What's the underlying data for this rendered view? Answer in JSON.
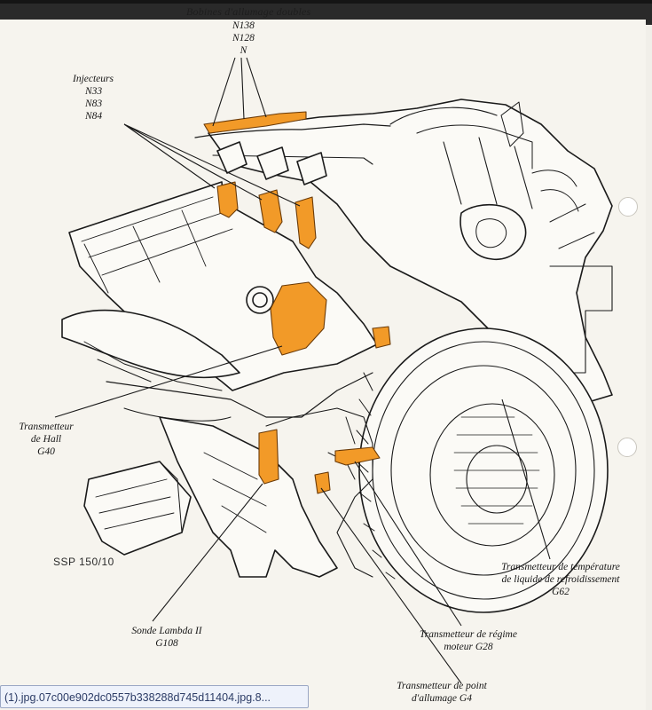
{
  "header": {
    "title": "Bobines d'allumage doubles"
  },
  "labels": {
    "coils": [
      "N138",
      "N128",
      "N"
    ],
    "injectors_title": "Injecteurs",
    "injectors": [
      "N33",
      "N83",
      "N84"
    ],
    "hall": [
      "Transmetteur",
      "de Hall",
      "G40"
    ],
    "lambda": [
      "Sonde Lambda II",
      "G108"
    ],
    "regime": [
      "Transmetteur de régime",
      "moteur G28"
    ],
    "point": [
      "Transmetteur de point",
      "d'allumage G4"
    ],
    "temp": [
      "Transmetteur de température",
      "de liquide de refroidissement",
      "G62"
    ]
  },
  "figure_code": "SSP 150/10",
  "file_chip": "(1).jpg.07c00e902dc0557b338288d745d11404.jpg.8...",
  "colors": {
    "highlight": "#f29a28",
    "line": "#1a1a1a",
    "paper": "#f6f4ee"
  }
}
